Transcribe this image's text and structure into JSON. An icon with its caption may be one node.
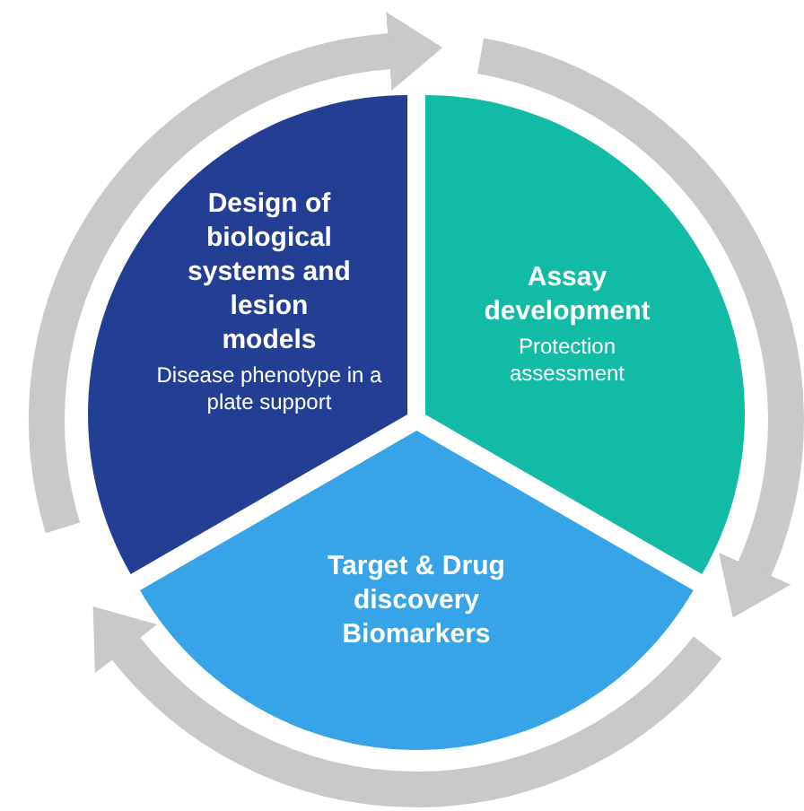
{
  "diagram": {
    "nodes": [
      {
        "text": [
          "Design of biological systems and lesion models",
          "Disease phenotype in a plate support"
        ]
      },
      {
        "text": [
          "Assay development",
          "Protection assessment"
        ]
      },
      {
        "text": [
          "Target & Drug discovery Biomarkers"
        ]
      }
    ]
  }
}
